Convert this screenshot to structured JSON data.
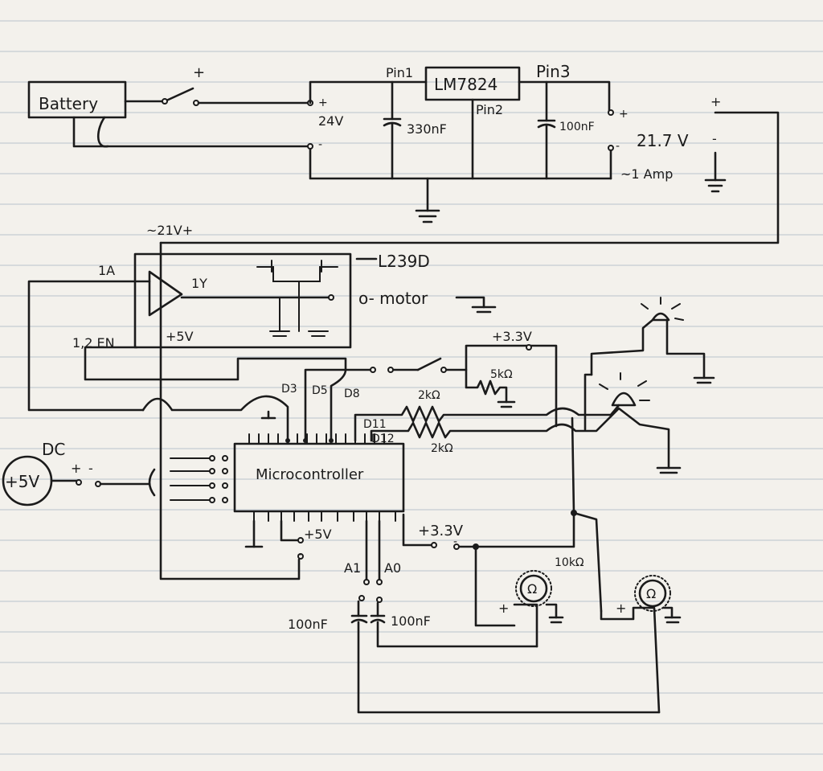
{
  "title": "",
  "colors": {
    "paper": "#f3f1ec",
    "ink": "#1b1b1b",
    "rule": "#b9c2cc"
  },
  "labels": {
    "battery": "Battery",
    "battery_plus": "+",
    "v24": "24V",
    "plus": "+",
    "minus": "-",
    "pin1": "Pin1",
    "regulator": "LM7824",
    "pin3": "Pin3",
    "pin2": "Pin2",
    "cap_330": "330nF",
    "cap_100_reg": "100nF",
    "out_voltage": "21.7 V",
    "out_current": "~1 Amp",
    "rail_21v": "~21V+",
    "driver": "L239D",
    "pin_1a": "1A",
    "pin_1y": "1Y",
    "pin_12en": "1,2 EN",
    "driver_5v": "+5V",
    "motor": "o- motor",
    "rail_33_top": "+3.3V",
    "res_5k": "5kΩ",
    "d3": "D3",
    "d5": "D5",
    "d8": "D8",
    "d11": "D11",
    "d12": "D12",
    "res_2k_top": "2kΩ",
    "res_2k_bottom": "2kΩ",
    "dc": "DC",
    "dc_5v": "+5V",
    "dc_plus": "+",
    "dc_minus": "-",
    "mcu": "Microcontroller",
    "mcu_5v": "+5V",
    "mcu_33": "+3.3V",
    "a1": "A1",
    "a0": "A0",
    "cap_a1": "100nF",
    "cap_a0": "100nF",
    "res_10k": "10kΩ",
    "ldr1_plus": "+",
    "ldr2_plus": "+"
  }
}
